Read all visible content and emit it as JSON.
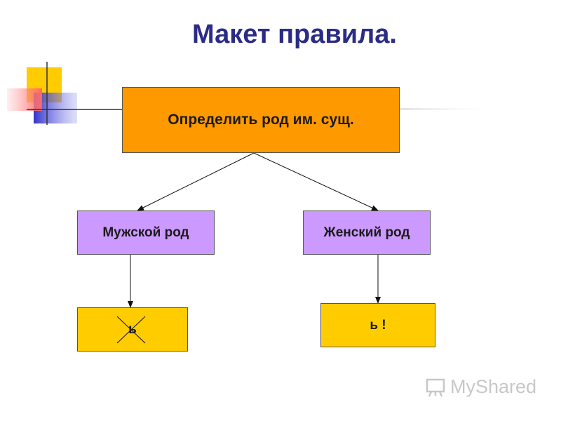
{
  "slide": {
    "title": "Макет правила."
  },
  "diagram": {
    "root": {
      "label": "Определить род им. сущ."
    },
    "masculine": {
      "label": "Мужской род"
    },
    "feminine": {
      "label": "Женский род"
    },
    "soft_sign_not_written": {
      "label": "ь",
      "crossed_out": true
    },
    "soft_sign_written": {
      "label": "ь !"
    }
  },
  "watermark": {
    "text": "MyShared"
  },
  "colors": {
    "title": "#2b2c86",
    "root_box": "#ff9900",
    "gender_box": "#cc99ff",
    "result_box": "#ffcc00"
  }
}
